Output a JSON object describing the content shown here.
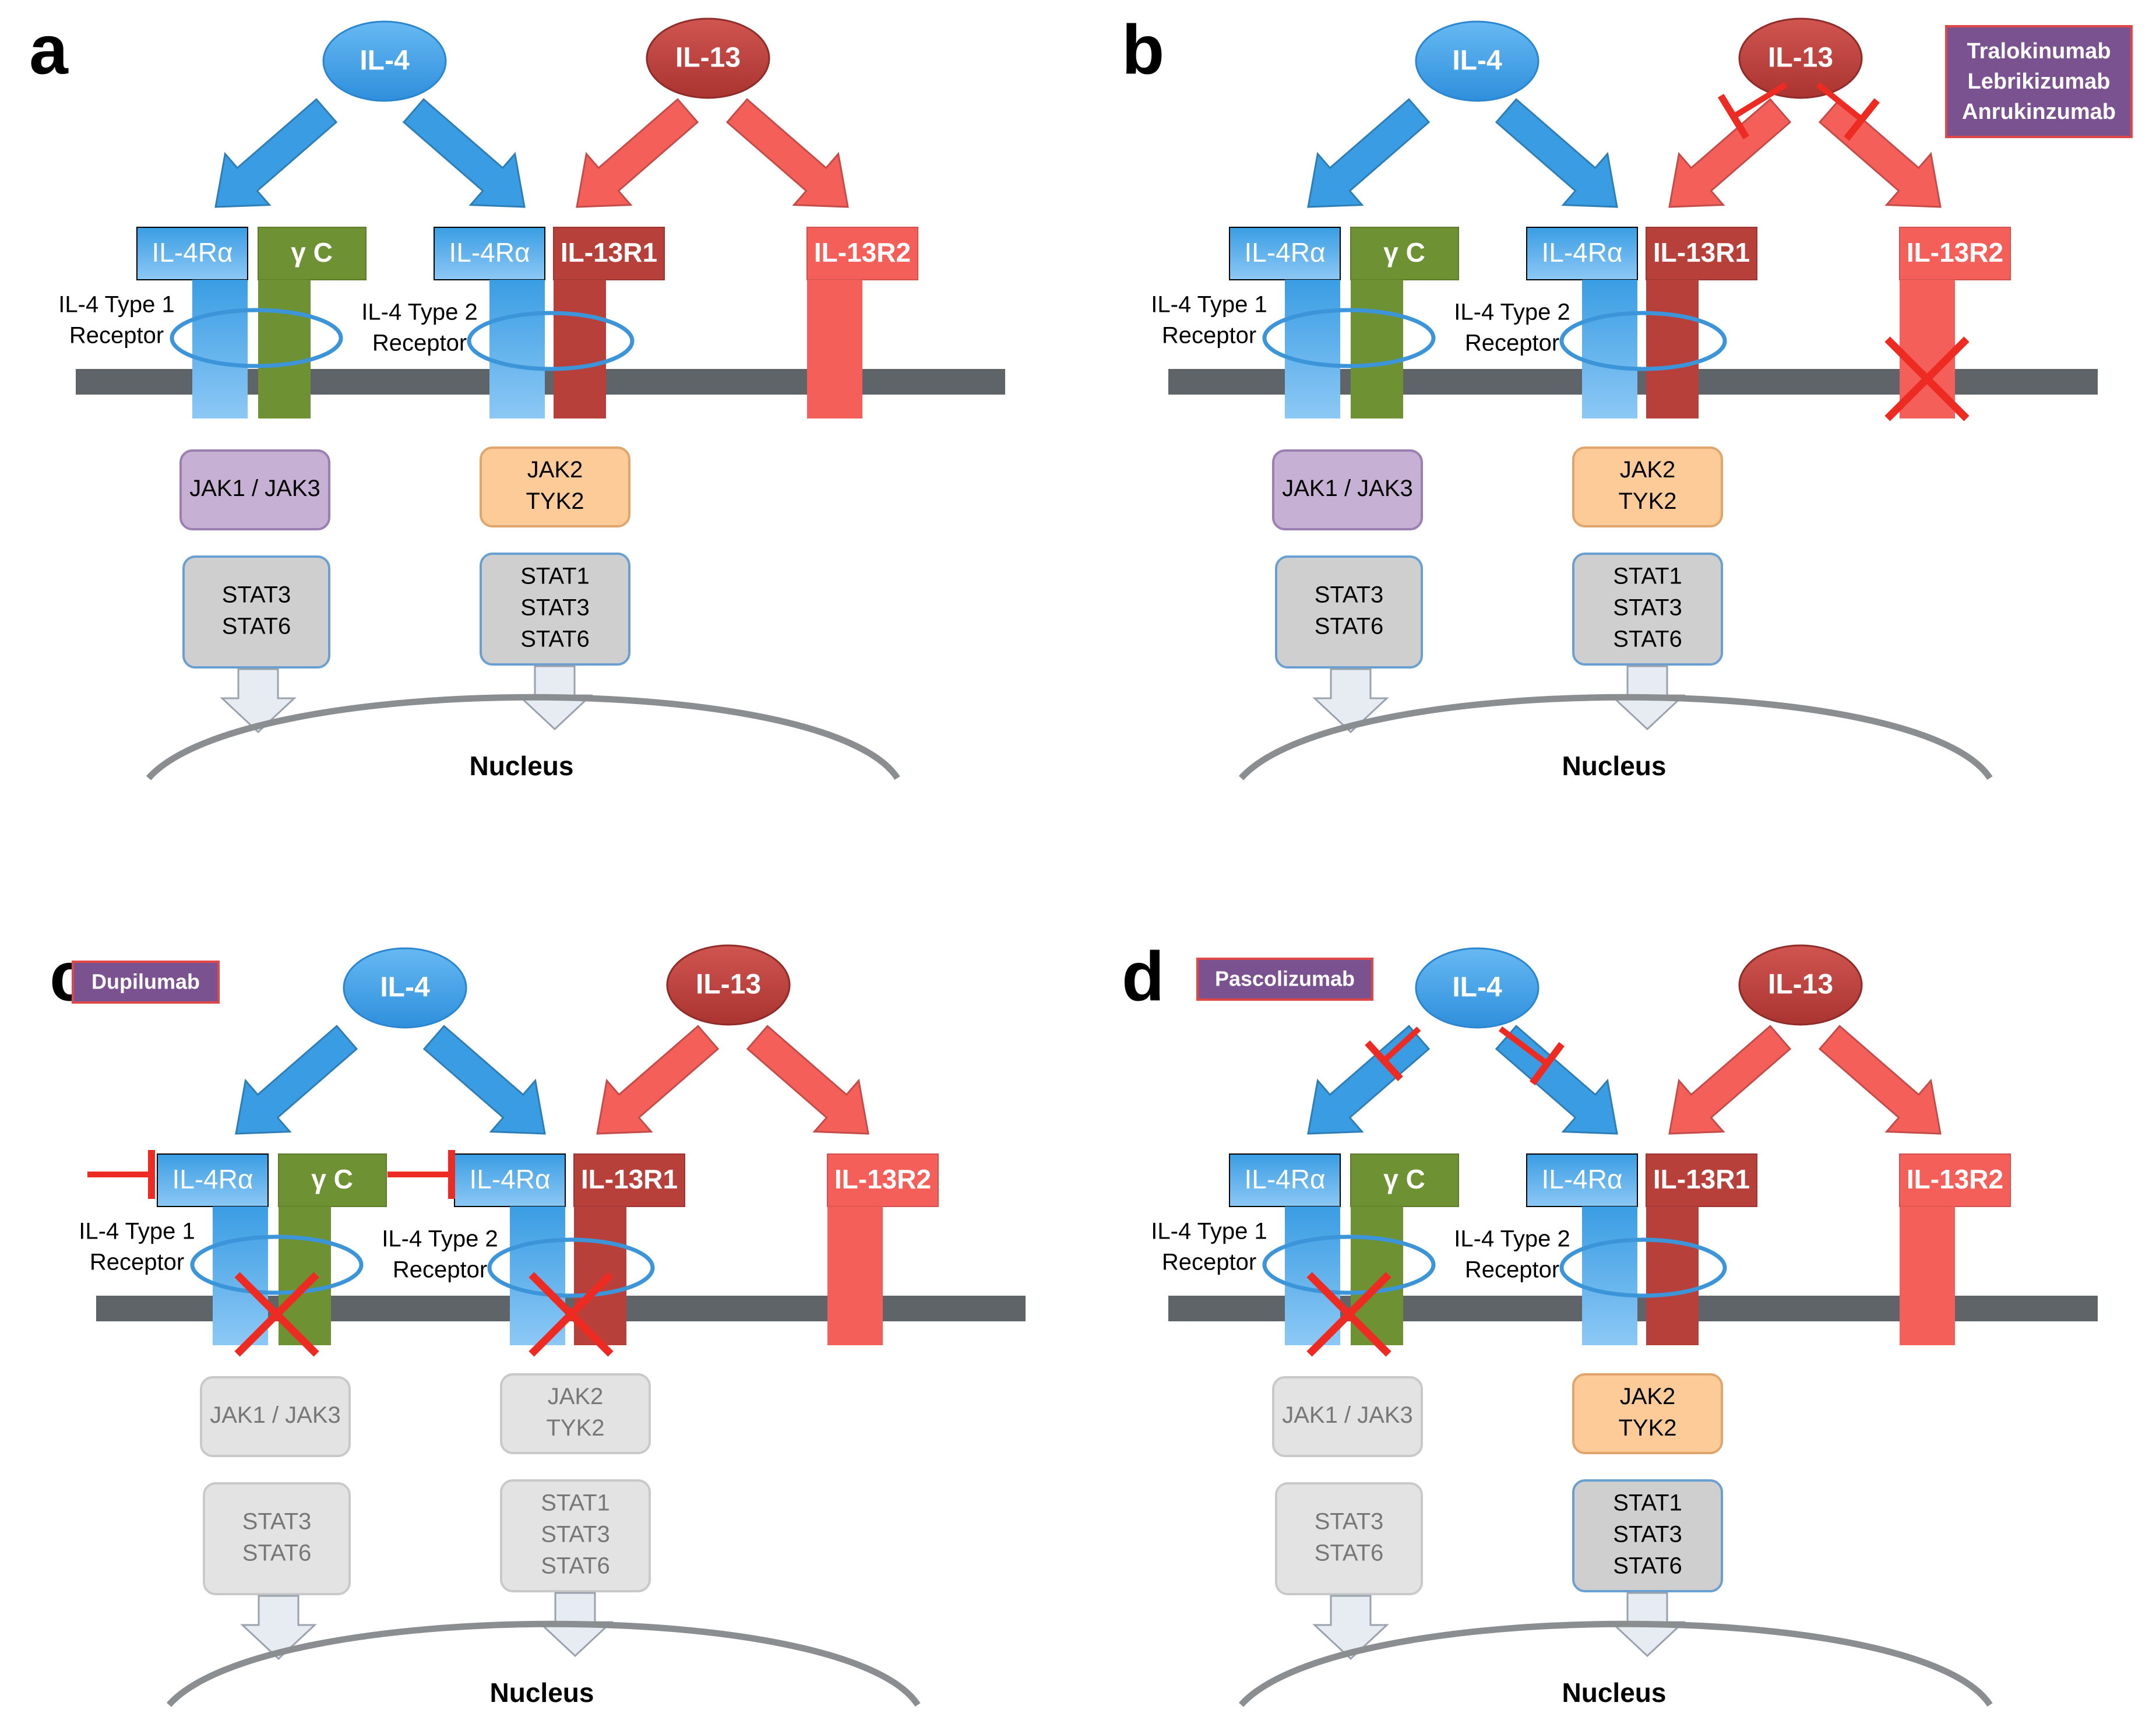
{
  "colors": {
    "il4_blue": "#3a9de3",
    "il4_blue_light": "#8cc8f5",
    "il13_red_dark": "#b8403b",
    "il13_red_light": "#f55f5a",
    "gamma_green": "#6e9134",
    "membrane_gray": "#5f6468",
    "jak1_purple": "#c6b0d3",
    "jak2_orange": "#fdcb98",
    "stat_gray": "#cfcfcf",
    "faded_gray": "#e3e3e3",
    "drug_purple": "#7a5290",
    "inhibit_red": "#ee2b22"
  },
  "labels": {
    "il4": "IL-4",
    "il13": "IL-13",
    "il4ra": "IL-4Rα",
    "gamma_c": "γ C",
    "il13r1": "IL-13R1",
    "il13r2": "IL-13R2",
    "type1_line1": "IL-4 Type 1",
    "type1_line2": "Receptor",
    "type2_line1": "IL-4 Type 2",
    "type2_line2": "Receptor",
    "jak1_jak3": "JAK1 / JAK3",
    "jak2": "JAK2",
    "tyk2": "TYK2",
    "stat1": "STAT1",
    "stat3": "STAT3",
    "stat6": "STAT6",
    "nucleus": "Nucleus"
  },
  "panels": [
    {
      "id": "a",
      "label": "a",
      "drugs": [],
      "block_il13_ligand": false,
      "block_il4_ligand": false,
      "block_il4ra": false,
      "x_il13r2": false,
      "faded_type1": false,
      "faded_type2": false
    },
    {
      "id": "b",
      "label": "b",
      "drugs": [
        "Tralokinumab",
        "Lebrikizumab",
        "Anrukinzumab"
      ],
      "block_il13_ligand": true,
      "block_il4_ligand": false,
      "block_il4ra": false,
      "x_il13r2": true,
      "faded_type1": false,
      "faded_type2": false
    },
    {
      "id": "c",
      "label": "c",
      "drugs": [
        "Dupilumab"
      ],
      "block_il13_ligand": false,
      "block_il4_ligand": false,
      "block_il4ra": true,
      "x_il13r2": false,
      "faded_type1": true,
      "faded_type2": true
    },
    {
      "id": "d",
      "label": "d",
      "drugs": [
        "Pascolizumab"
      ],
      "block_il13_ligand": false,
      "block_il4_ligand": true,
      "block_il4ra": false,
      "x_il13r2": false,
      "faded_type1": true,
      "faded_type2": false
    }
  ]
}
